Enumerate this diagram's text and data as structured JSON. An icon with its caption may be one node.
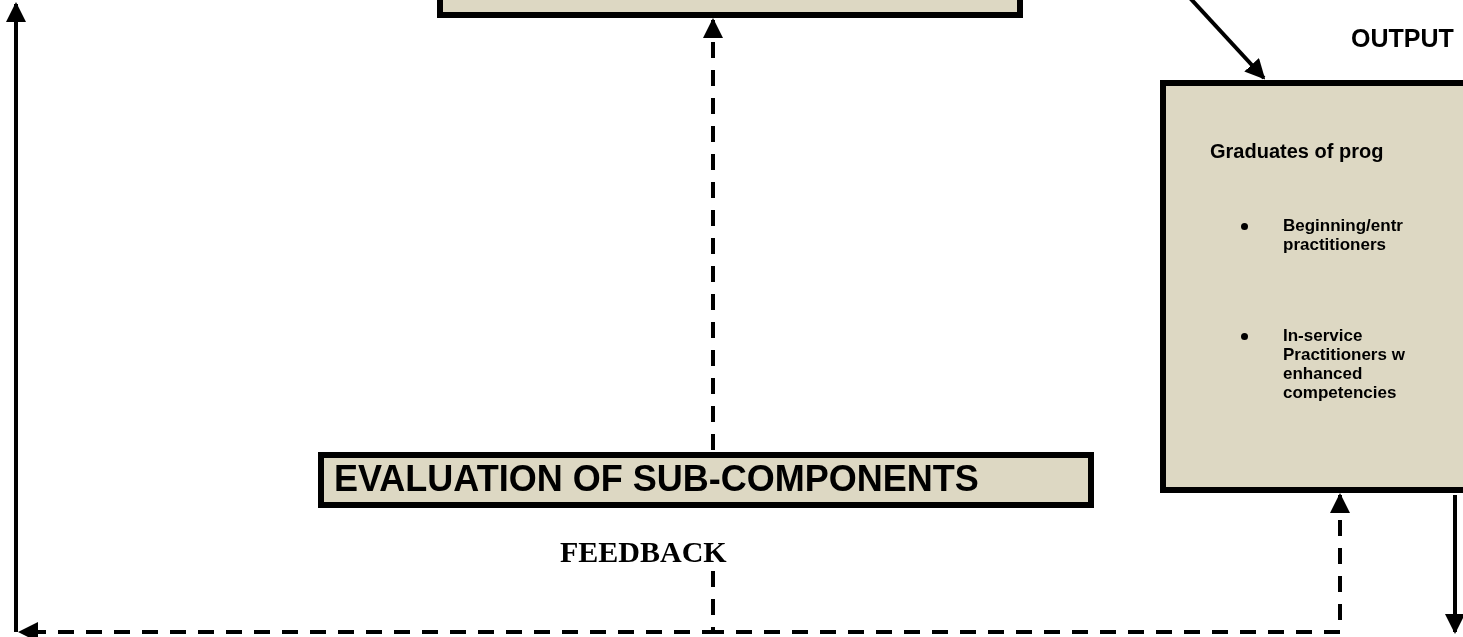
{
  "diagram": {
    "nodes": [
      {
        "text": [],
        "shape": "box"
      },
      {
        "text": [
          "OUTPUT",
          "Graduates of prog",
          "Beginning/entr practitioners",
          "In-service Practitioners w enhanced competencies"
        ]
      },
      {
        "text": [
          "EVALUATION OF SUB-COMPONENTS"
        ]
      },
      {
        "text": [
          "FEEDBACK"
        ]
      }
    ],
    "edges": [
      {
        "from": null,
        "to": 1,
        "arrow": "to"
      },
      {
        "from": 2,
        "to": 0,
        "arrow": "to",
        "style": "dashed"
      },
      {
        "from": 3,
        "to": 1,
        "arrow": "to",
        "style": "dashed"
      },
      {
        "from": 3,
        "to": null,
        "arrow": "to",
        "style": "dashed"
      },
      {
        "from": 1,
        "to": null,
        "arrow": "to"
      }
    ]
  }
}
